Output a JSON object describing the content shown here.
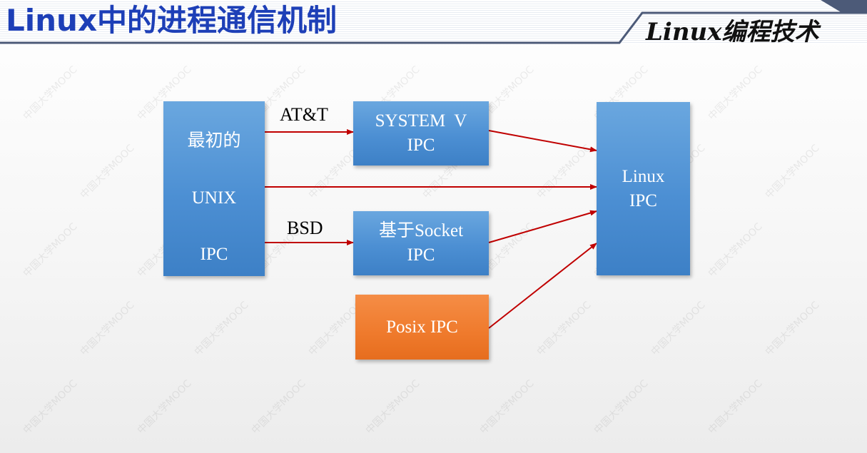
{
  "header": {
    "title": "Linux中的进程通信机制",
    "subtitle": "Linux编程技术"
  },
  "diagram": {
    "nodes": {
      "unix": [
        "最初的",
        "UNIX",
        "IPC"
      ],
      "system_v": [
        "SYSTEM  V",
        "IPC"
      ],
      "socket": [
        "基于Socket",
        "IPC"
      ],
      "posix": [
        "Posix IPC"
      ],
      "linux": [
        "Linux",
        "IPC"
      ]
    },
    "edge_labels": {
      "att": "AT&T",
      "bsd": "BSD"
    },
    "colors": {
      "node_blue": "#4a8dd2",
      "node_orange": "#ef7a2c",
      "arrow": "#c00000",
      "title": "#1d3fb7"
    }
  },
  "watermark": {
    "text": "中国大学MOOC"
  }
}
